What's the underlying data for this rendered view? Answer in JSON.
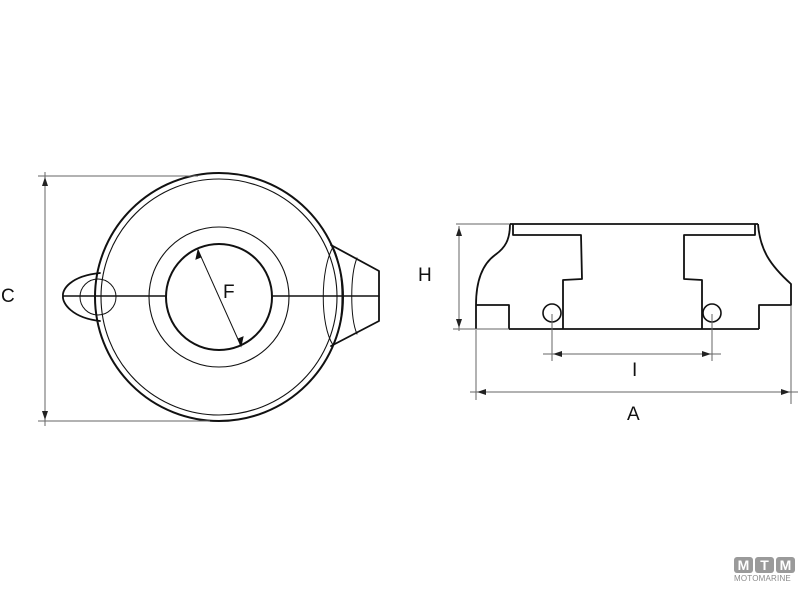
{
  "diagram": {
    "type": "technical-drawing",
    "subject": "anode (top view and section view) with dimensions",
    "labels": {
      "diameter_outer": "C",
      "diameter_inner": "F",
      "height": "H",
      "hole_spacing": "I",
      "overall_width": "A"
    },
    "colors": {
      "line": "#111111",
      "dimension_line": "#555555",
      "background": "#ffffff",
      "logo": "#9a9a9a"
    }
  },
  "watermark": {
    "letters": [
      "M",
      "T",
      "M"
    ],
    "brand": "MOTOMARINE"
  }
}
